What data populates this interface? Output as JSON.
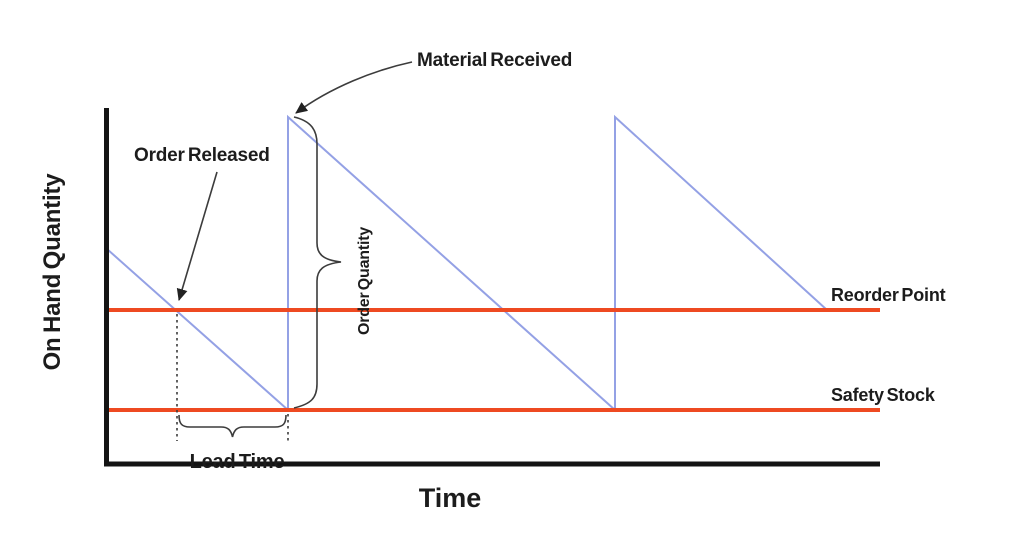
{
  "diagram": {
    "y_axis_title": "On Hand Quantity",
    "x_axis_title": "Time",
    "annotations": {
      "material_received": "Material Received",
      "order_released": "Order Released",
      "order_quantity": "Order Quantity",
      "lead_time": "Lead Time"
    },
    "level_lines": {
      "reorder_point": "Reorder Point",
      "safety_stock": "Safety Stock"
    },
    "colors": {
      "inventory_line": "#94a1e5",
      "level_line": "#ee4a21",
      "axis": "#141414",
      "annotation_line": "#3c3c3c",
      "text": "#1c1c1c",
      "background": "#ffffff"
    }
  }
}
